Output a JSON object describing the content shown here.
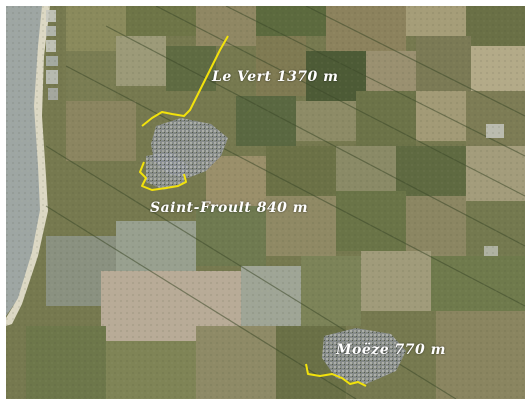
{
  "labels": {
    "le_vert": "Le Vert 1370 m",
    "saint_froult": "Saint-Froult 840 m",
    "moeze": "Moëze 770 m"
  },
  "colors": {
    "route_line": "#f2e20c",
    "label_text": "#ffffff",
    "sea": "#9aa3a1",
    "shore": "#d9d6c8",
    "urban": "#8f96a3"
  },
  "icons": []
}
